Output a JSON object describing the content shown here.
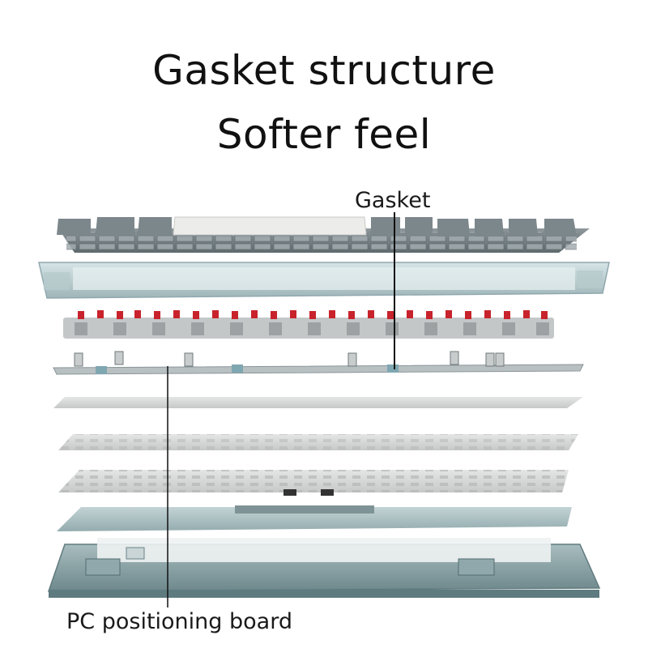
{
  "headline": {
    "line1": "Gasket structure",
    "line2": "Softer feel"
  },
  "callouts": {
    "gasket": "Gasket",
    "pc_board": "PC positioning board"
  },
  "colors": {
    "keycap_dark": "#7c878c",
    "keycap_light": "#e9e9e6",
    "case_teal": "#9fb7bb",
    "switch_red": "#c8232c",
    "plate_gray": "#d4d6d6",
    "callout_line": "#111111"
  }
}
